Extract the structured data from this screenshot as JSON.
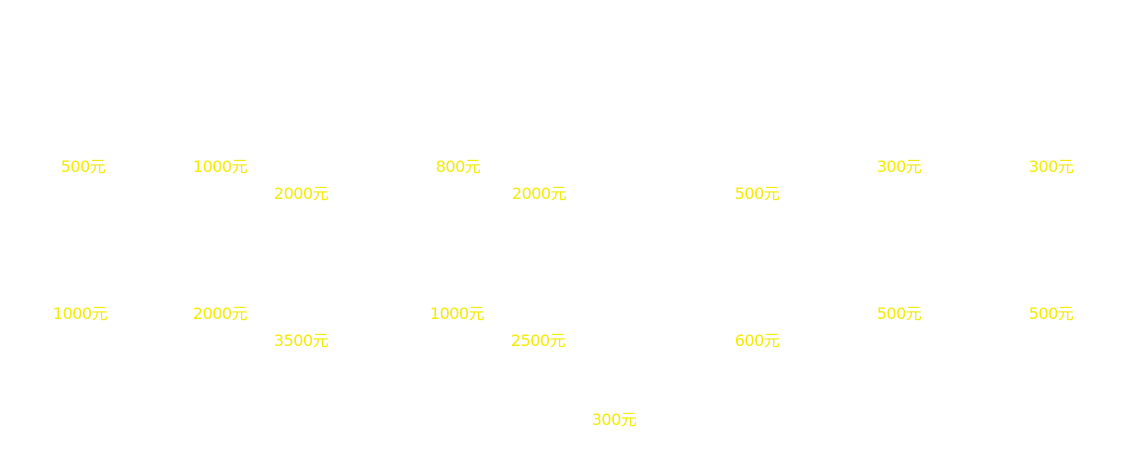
{
  "labels": [
    "500元",
    "1000元",
    "800元",
    "300元",
    "300元",
    "2000元",
    "2000元",
    "500元",
    "1000元",
    "2000元",
    "1000元",
    "500元",
    "500元",
    "3500元",
    "2500元",
    "600元",
    "300元"
  ],
  "colors": {
    "label": "#f5ea00",
    "background": "#ffffff"
  }
}
